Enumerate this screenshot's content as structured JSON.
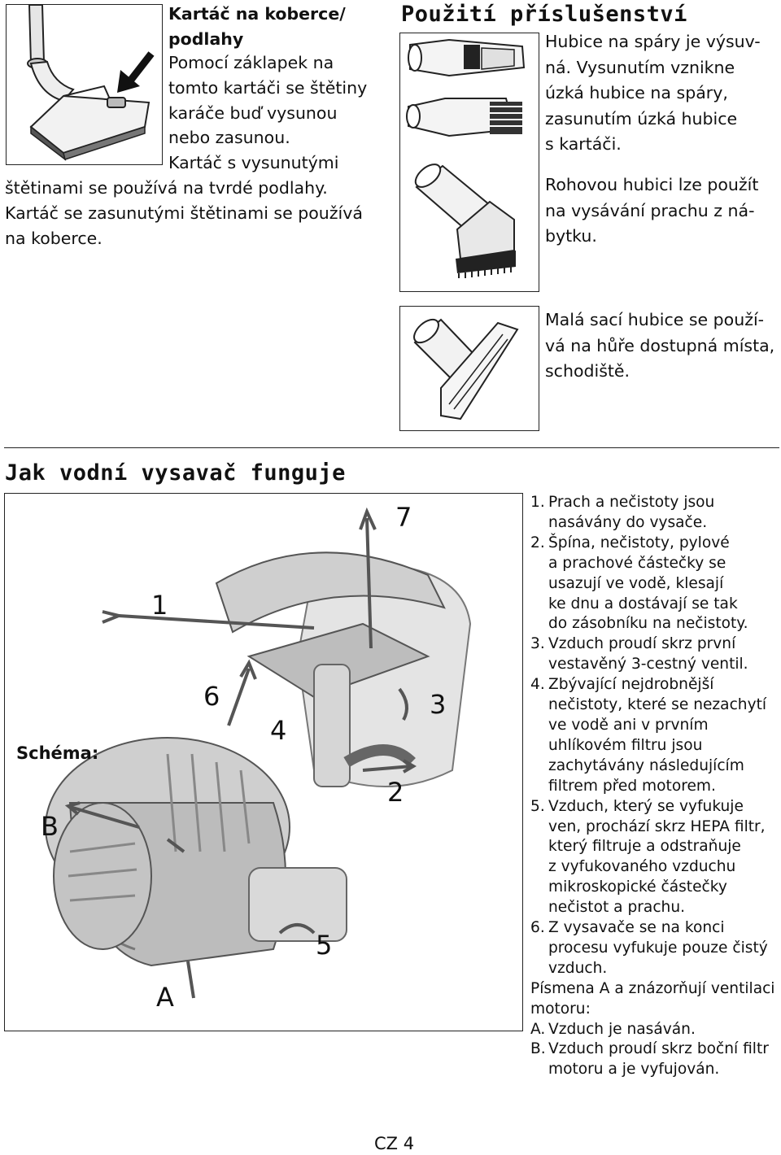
{
  "brush": {
    "heading": [
      "Kartáč na koberce/",
      "podlahy"
    ],
    "lines": [
      "Pomocí záklapek na",
      "tomto kartáči se štětiny",
      "karáče buď vysunou",
      "nebo zasunou.",
      "Kartáč s vysunutými",
      "štětinami se používá na tvrdé podlahy.",
      "Kartáč se zasunutými štětinami se používá",
      "na koberce."
    ]
  },
  "accessories": {
    "title": "Použití příslušenství",
    "crevice": [
      "Hubice na spáry je výsuv-",
      "ná. Vysunutím vznikne",
      "úzká hubice na spáry,",
      "zasunutím úzká hubice",
      "s kartáči."
    ],
    "corner": [
      "Rohovou hubici lze použít",
      "na vysávání prachu z ná-",
      "bytku."
    ],
    "small": [
      "Malá sací hubice se použí-",
      "vá na hůře dostupná místa,",
      "schodiště."
    ]
  },
  "how": {
    "title": "Jak vodní vysavač funguje",
    "schema_label": "Schéma:",
    "diagram_labels": [
      "1",
      "2",
      "3",
      "4",
      "5",
      "6",
      "7",
      "A",
      "B"
    ],
    "steps": [
      {
        "num": "1.",
        "lines": [
          "Prach a nečistoty jsou",
          "nasávány do vysače."
        ]
      },
      {
        "num": "2.",
        "lines": [
          "Špína, nečistoty, pylové",
          "a prachové částečky se",
          "usazují ve vodě, klesají",
          "ke dnu a dostávají se tak",
          "do zásobníku na nečistoty."
        ]
      },
      {
        "num": "3.",
        "lines": [
          "Vzduch proudí skrz  první",
          "vestavěný 3-cestný ventil."
        ]
      },
      {
        "num": "4.",
        "lines": [
          "Zbývající nejdrobnější",
          "nečistoty, které se nezachytí",
          "ve vodě ani v prvním",
          "uhlíkovém filtru jsou",
          "zachytávány následujícím",
          "filtrem před motorem."
        ]
      },
      {
        "num": "5.",
        "lines": [
          "Vzduch, který se vyfukuje",
          "ven, prochází skrz HEPA filtr,",
          "který filtruje a odstraňuje",
          "z vyfukovaného vzduchu",
          "mikroskopické částečky",
          "nečistot a prachu."
        ]
      },
      {
        "num": "6.",
        "lines": [
          "Z vysavače se na konci",
          "procesu vyfukuje pouze čistý",
          "vzduch."
        ]
      }
    ],
    "after": [
      "Písmena A a znázorňují ventilaci",
      "motoru:"
    ],
    "fan": [
      {
        "num": "A.",
        "lines": [
          "Vzduch je nasáván."
        ]
      },
      {
        "num": "B.",
        "lines": [
          "Vzduch proudí skrz boční filtr",
          "motoru a je vyfujován."
        ]
      }
    ]
  },
  "footer": {
    "page": "CZ 4"
  }
}
